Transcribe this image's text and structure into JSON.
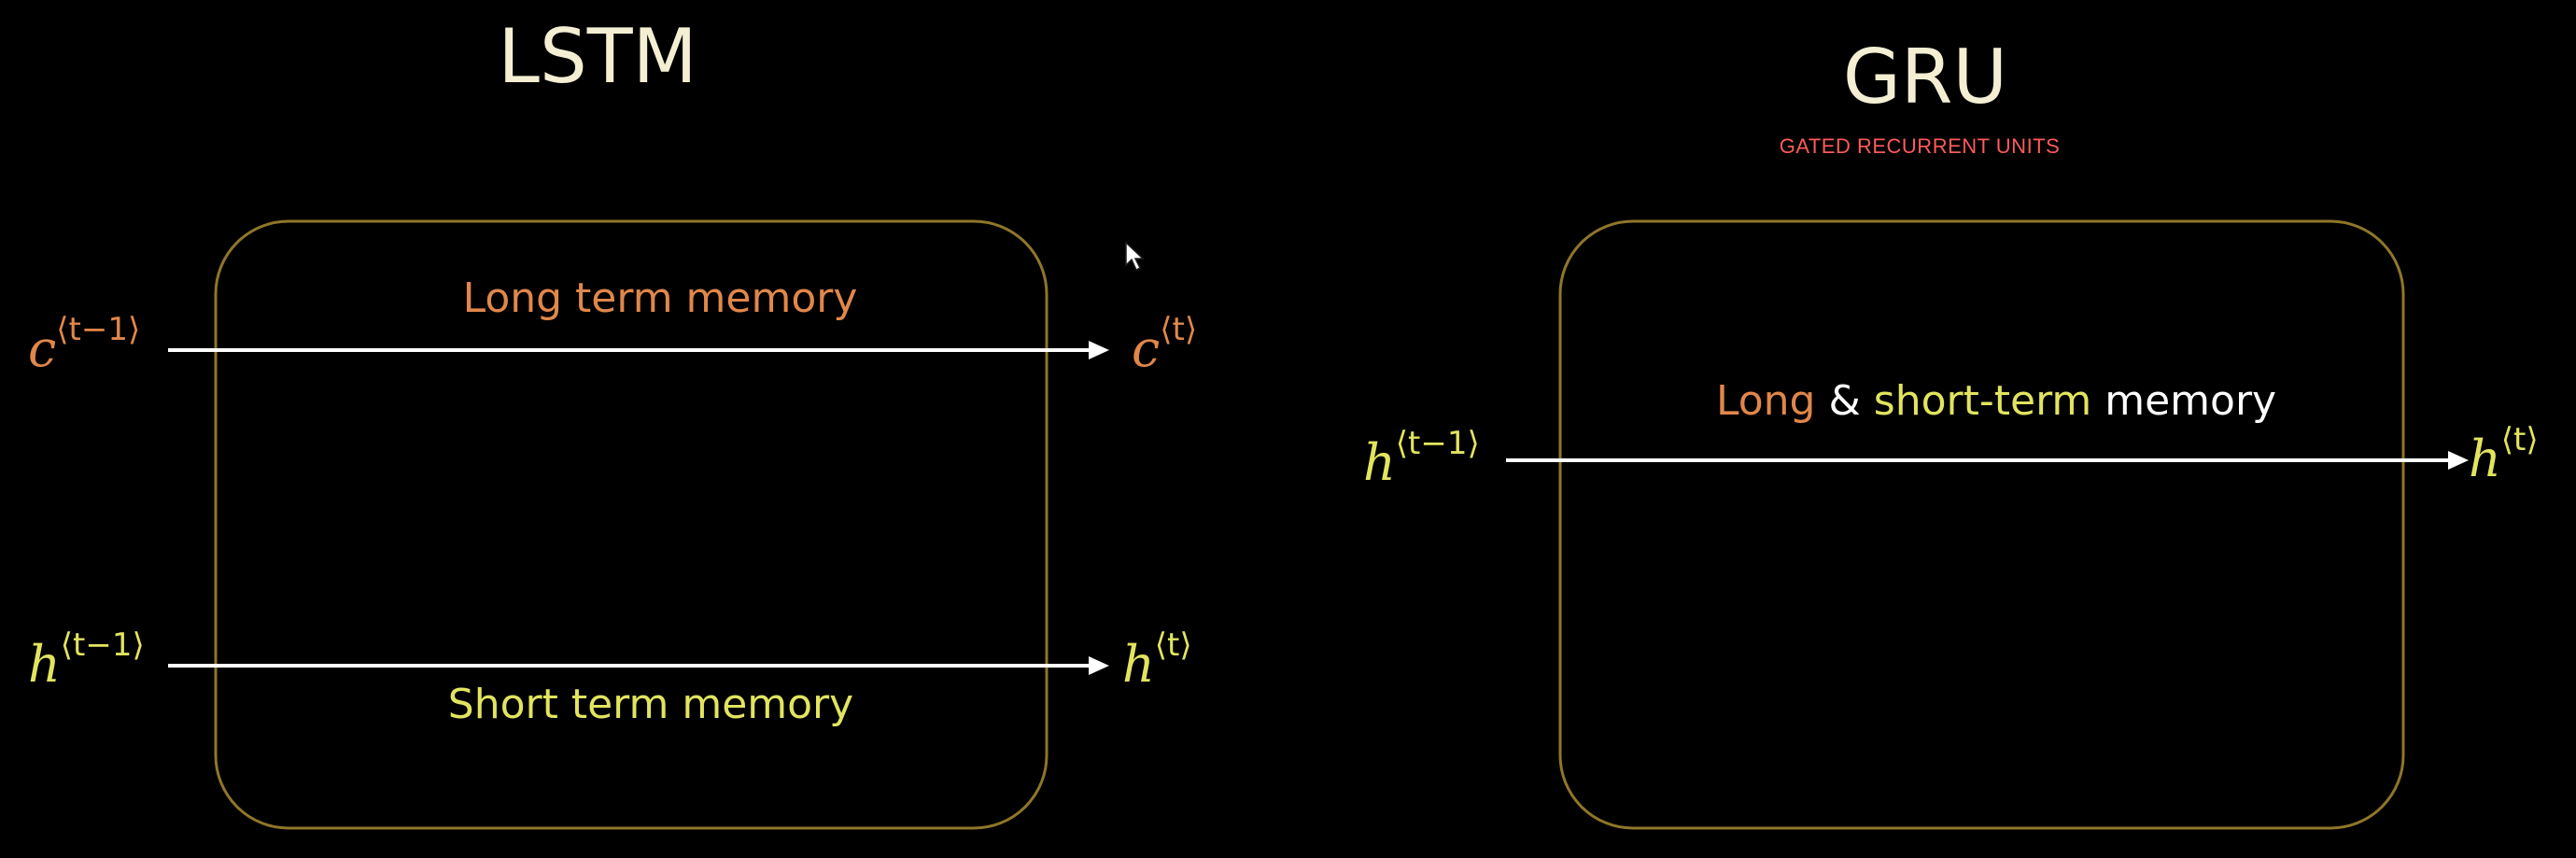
{
  "colors": {
    "background": "#000000",
    "title": "#f4efd3",
    "subtitle": "#ff5a5a",
    "box_border": "#8f7629",
    "arrow": "#ffffff",
    "long_term": "#e0874a",
    "short_term": "#e2e45f",
    "memory_word": "#ffffff"
  },
  "lstm": {
    "title": "LSTM",
    "long_term_label": "Long term memory",
    "short_term_label": "Short term memory",
    "cell_in": {
      "symbol": "c",
      "sup": "⟨t−1⟩"
    },
    "cell_out": {
      "symbol": "c",
      "sup": "⟨t⟩"
    },
    "hidden_in": {
      "symbol": "h",
      "sup": "⟨t−1⟩"
    },
    "hidden_out": {
      "symbol": "h",
      "sup": "⟨t⟩"
    }
  },
  "gru": {
    "title": "GRU",
    "subtitle": "GATED RECURRENT UNITS",
    "memory_label": {
      "long": "Long",
      "amp": "&",
      "short": "short-term",
      "memory": "memory"
    },
    "hidden_in": {
      "symbol": "h",
      "sup": "⟨t−1⟩"
    },
    "hidden_out": {
      "symbol": "h",
      "sup": "⟨t⟩"
    }
  },
  "icons": {
    "cursor": "mouse-pointer-icon"
  }
}
